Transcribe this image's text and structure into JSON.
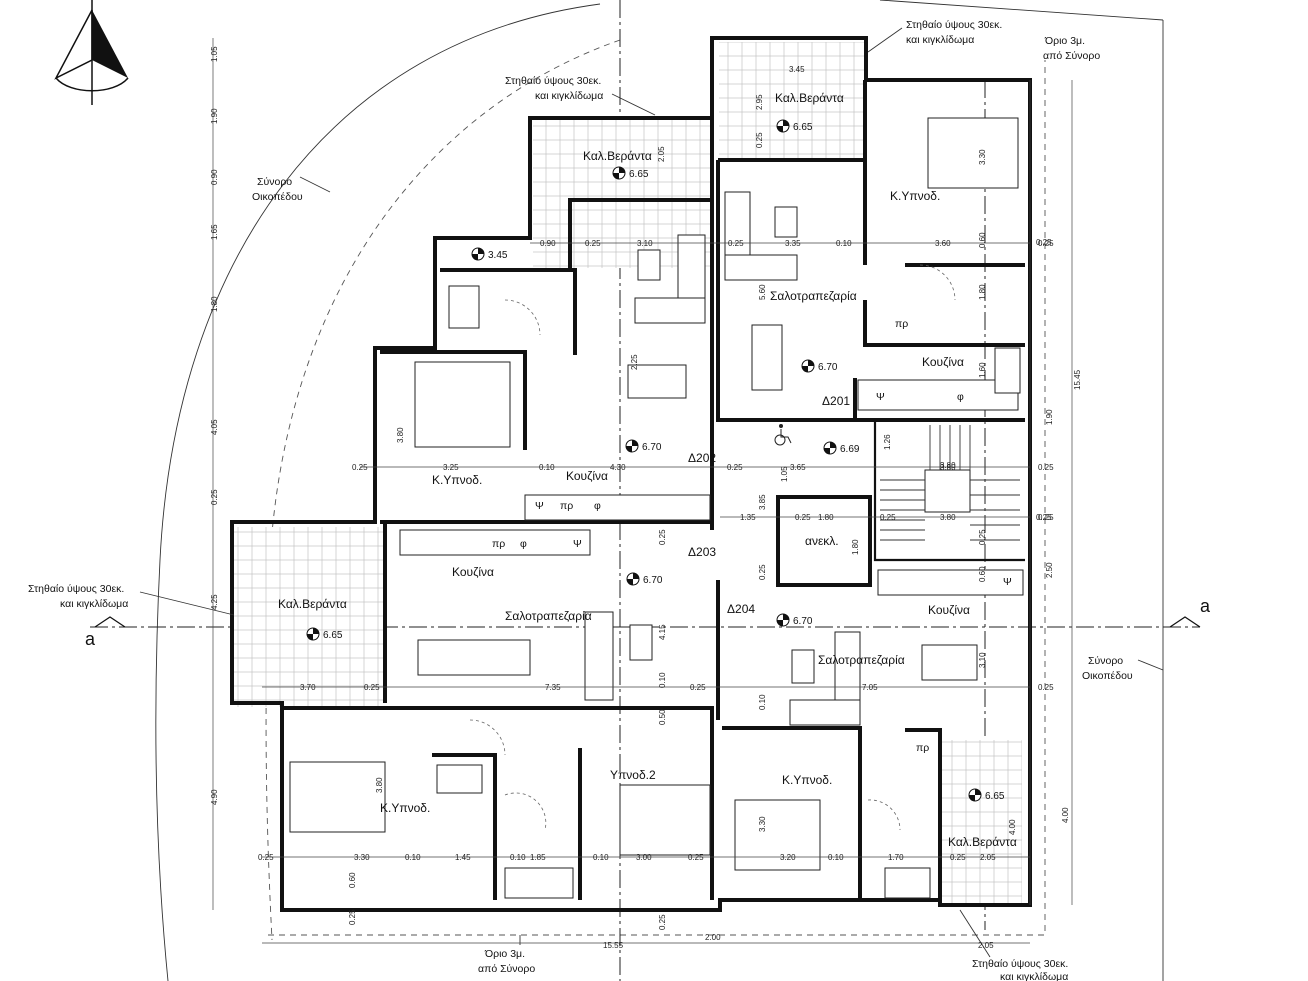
{
  "rooms": {
    "veranda_label": "Καλ.Βεράντα",
    "bedroom_label": "Κ.Υπνοδ.",
    "bedroom2_label": "Υπνοδ.2",
    "kitchen_label": "Κουζίνα",
    "living_label": "Σαλοτραπεζαρία",
    "storage_label": "ανεκλ.",
    "fridge_label": "πρ",
    "psi_label": "Ψ",
    "phi_label": "φ"
  },
  "apartments": {
    "d201": "Δ201",
    "d202": "Δ202",
    "d203": "Δ203",
    "d204": "Δ204"
  },
  "notes": {
    "parapet_l1": "Στηθαίο ύψους 30εκ.",
    "parapet_l2": "και κιγκλίδωμα",
    "boundary_l1": "Σύνορο",
    "boundary_l2": "Οικοπέδου",
    "limit_l1": "Όριο 3μ.",
    "limit_l2": "από Σύνορο",
    "section_marker": "a"
  },
  "levels": {
    "lv645": "3.45",
    "lv665": "6.65",
    "lv670": "6.70",
    "lv669": "6.69"
  },
  "dimensions": {
    "left_chain": [
      "1.05",
      "1.90",
      "0.90",
      "1.65",
      "1.80",
      "4.05",
      "0.25",
      "4.25",
      "4.90"
    ],
    "right_chain": [
      "0.25",
      "1.90",
      "15.45",
      "0.25",
      "2.50",
      "4.00"
    ],
    "bottom_total": "15.55",
    "bottom_200": "2.00",
    "bottom_205": "2.05",
    "row_top": [
      "0.90",
      "0.25",
      "3.10",
      "0.25",
      "3.35",
      "0.10",
      "3.60",
      "0.25"
    ],
    "row_mid": [
      "0.25",
      "3.25",
      "0.10",
      "4.30",
      "0.25",
      "3.65",
      "3.80",
      "0.25"
    ],
    "row_mid2": [
      "1.35",
      "0.25",
      "1.80",
      "0.25",
      "3.80",
      "0.25"
    ],
    "row_low": [
      "3.70",
      "0.25",
      "7.35",
      "0.25",
      "7.05",
      "0.25"
    ],
    "row_bottom": [
      "0.25",
      "3.30",
      "0.10",
      "1.45",
      "0.10",
      "1.85",
      "0.10",
      "3.00",
      "0.25",
      "3.20",
      "0.10",
      "1.70",
      "0.25",
      "2.05"
    ],
    "vert_misc": [
      "3.45",
      "2.95",
      "2.05",
      "0.25",
      "5.60",
      "3.30",
      "3.80",
      "2.25",
      "1.26",
      "1.05",
      "3.85",
      "1.80",
      "4.15",
      "0.10",
      "0.50",
      "3.80",
      "3.30",
      "4.00",
      "0.60",
      "0.25",
      "1.60",
      "1.80",
      "3.10",
      "0.60",
      "3.80",
      "0.60",
      "0.25",
      "0.10",
      "0.25",
      "0.25",
      "0.25"
    ]
  }
}
